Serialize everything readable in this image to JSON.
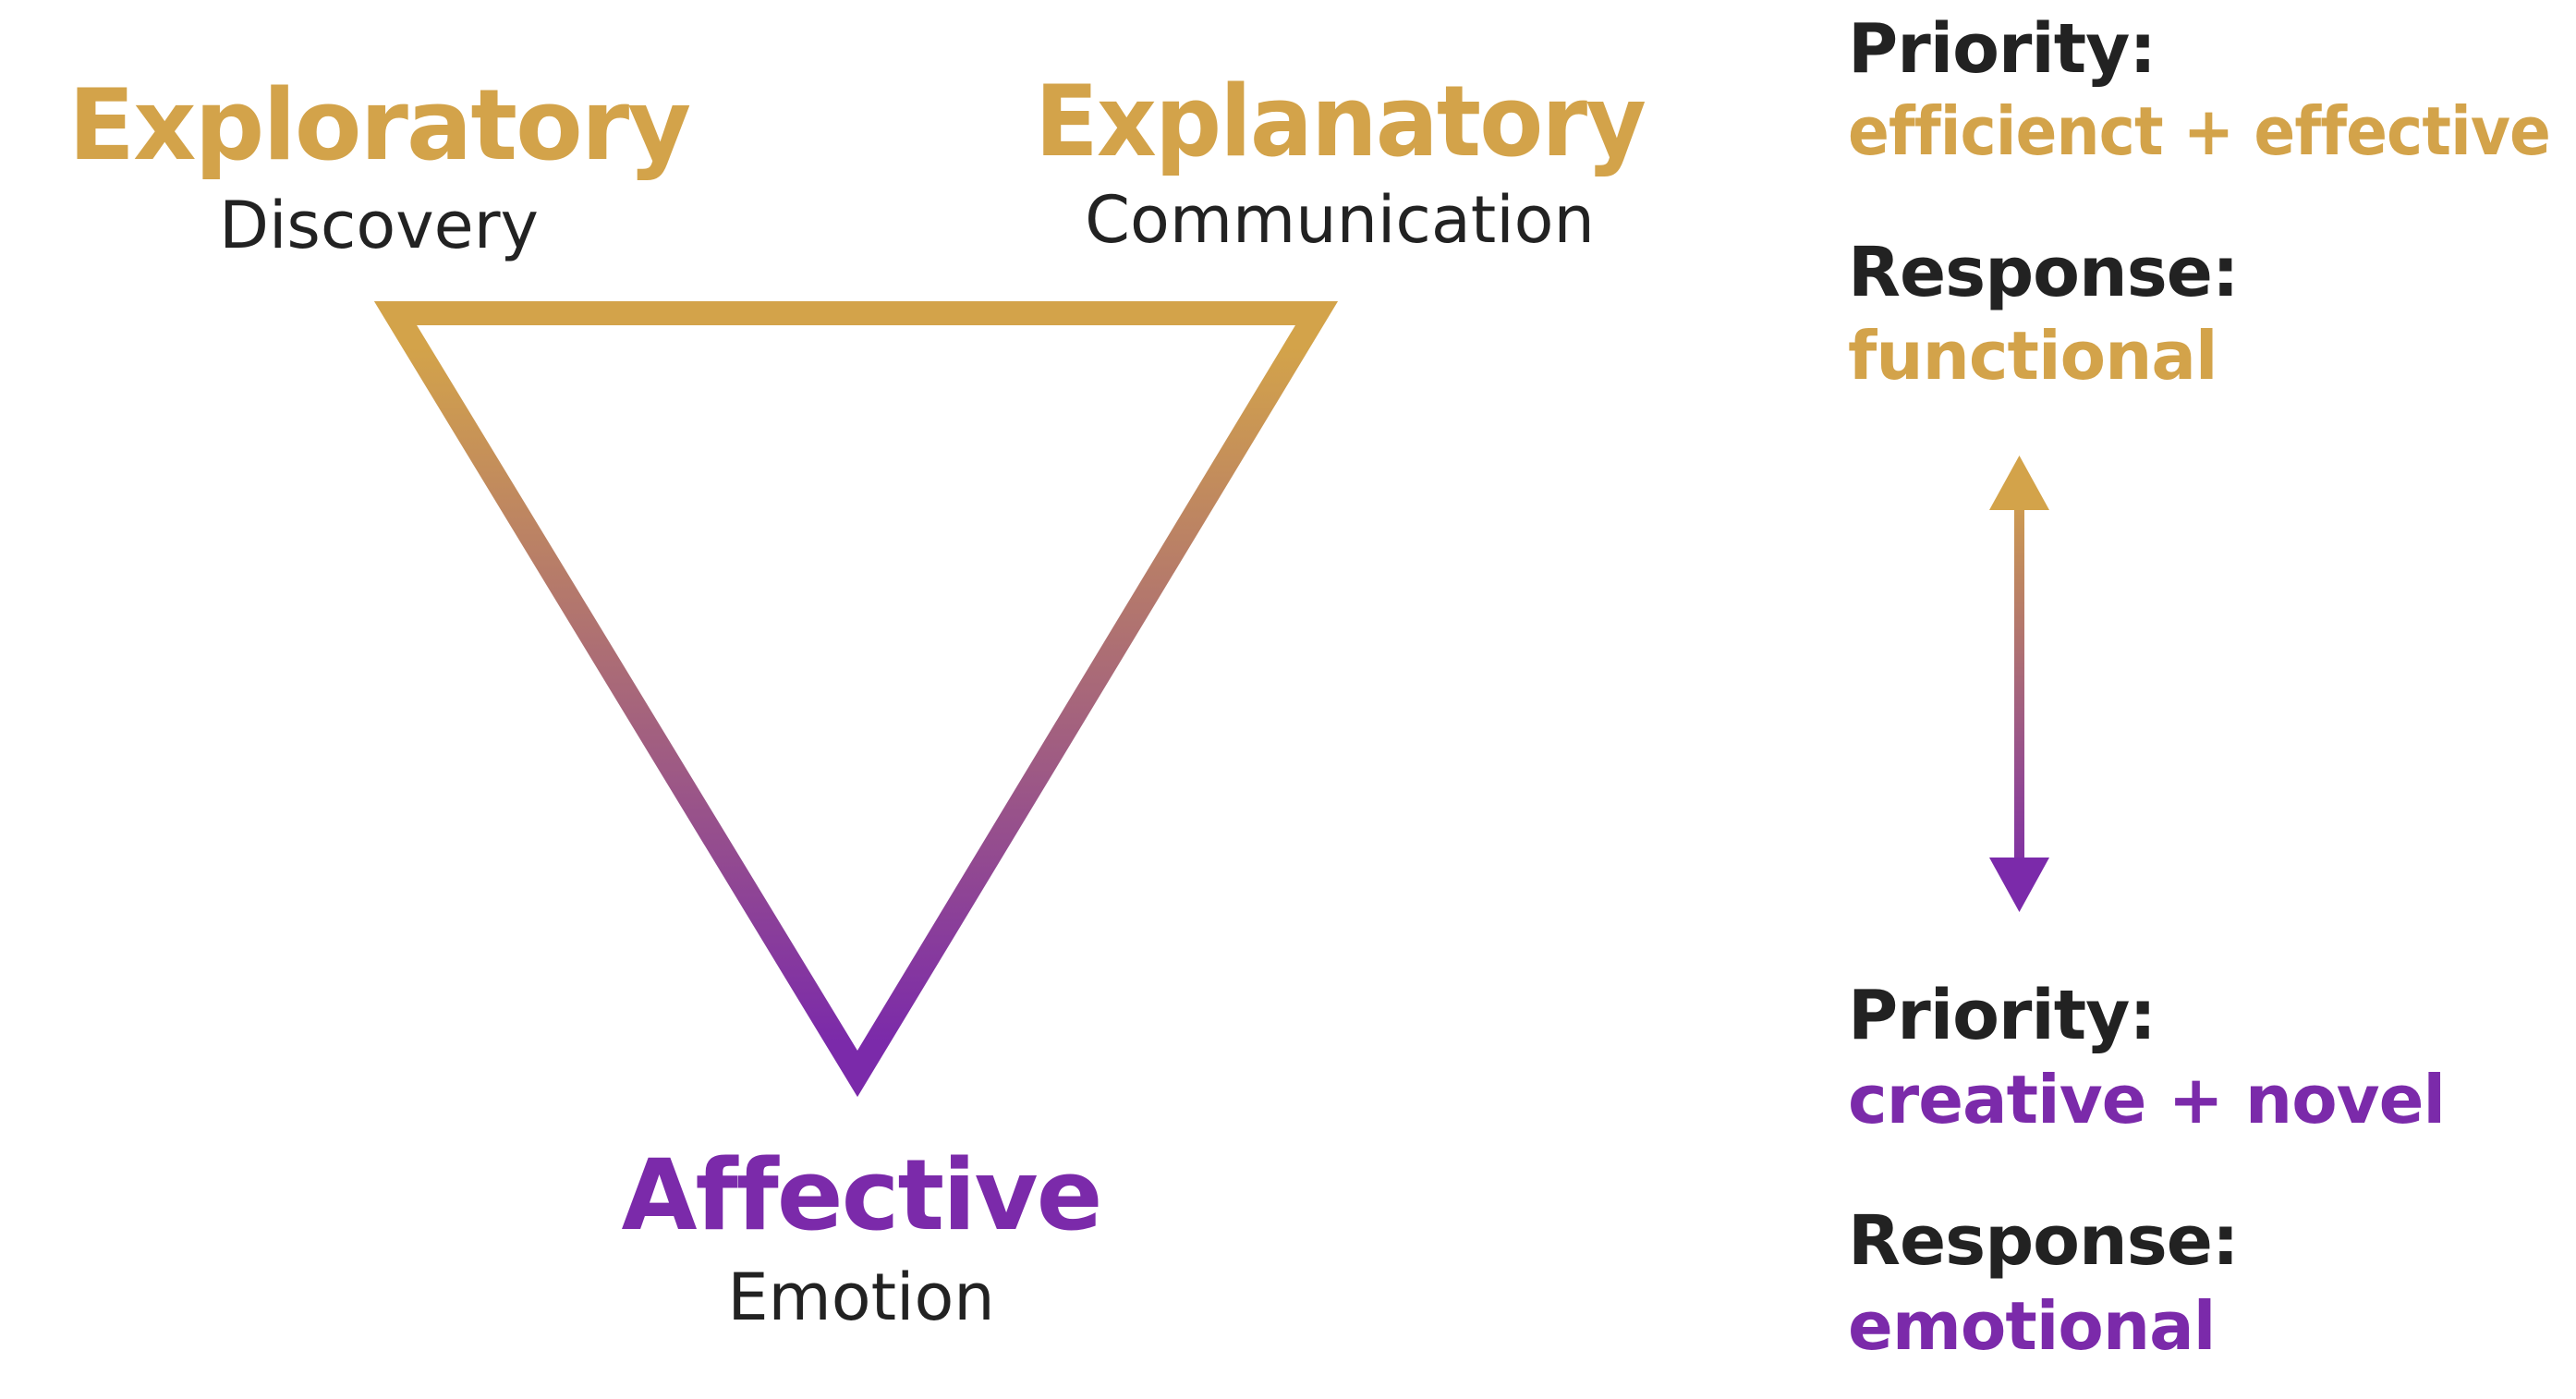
{
  "colors": {
    "gold": "#d3a34a",
    "purple": "#7b2aaa",
    "text_dark": "#222222",
    "background": "#ffffff"
  },
  "nodes": {
    "exploratory": {
      "title": "Exploratory",
      "subtitle": "Discovery"
    },
    "explanatory": {
      "title": "Explanatory",
      "subtitle": "Communication"
    },
    "affective": {
      "title": "Affective",
      "subtitle": "Emotion"
    }
  },
  "scale": {
    "top": {
      "priority_label": "Priority:",
      "priority_value": "efficienct + effective",
      "response_label": "Response:",
      "response_value": "functional"
    },
    "bottom": {
      "priority_label": "Priority:",
      "priority_value": "creative + novel",
      "response_label": "Response:",
      "response_value": "emotional"
    }
  }
}
